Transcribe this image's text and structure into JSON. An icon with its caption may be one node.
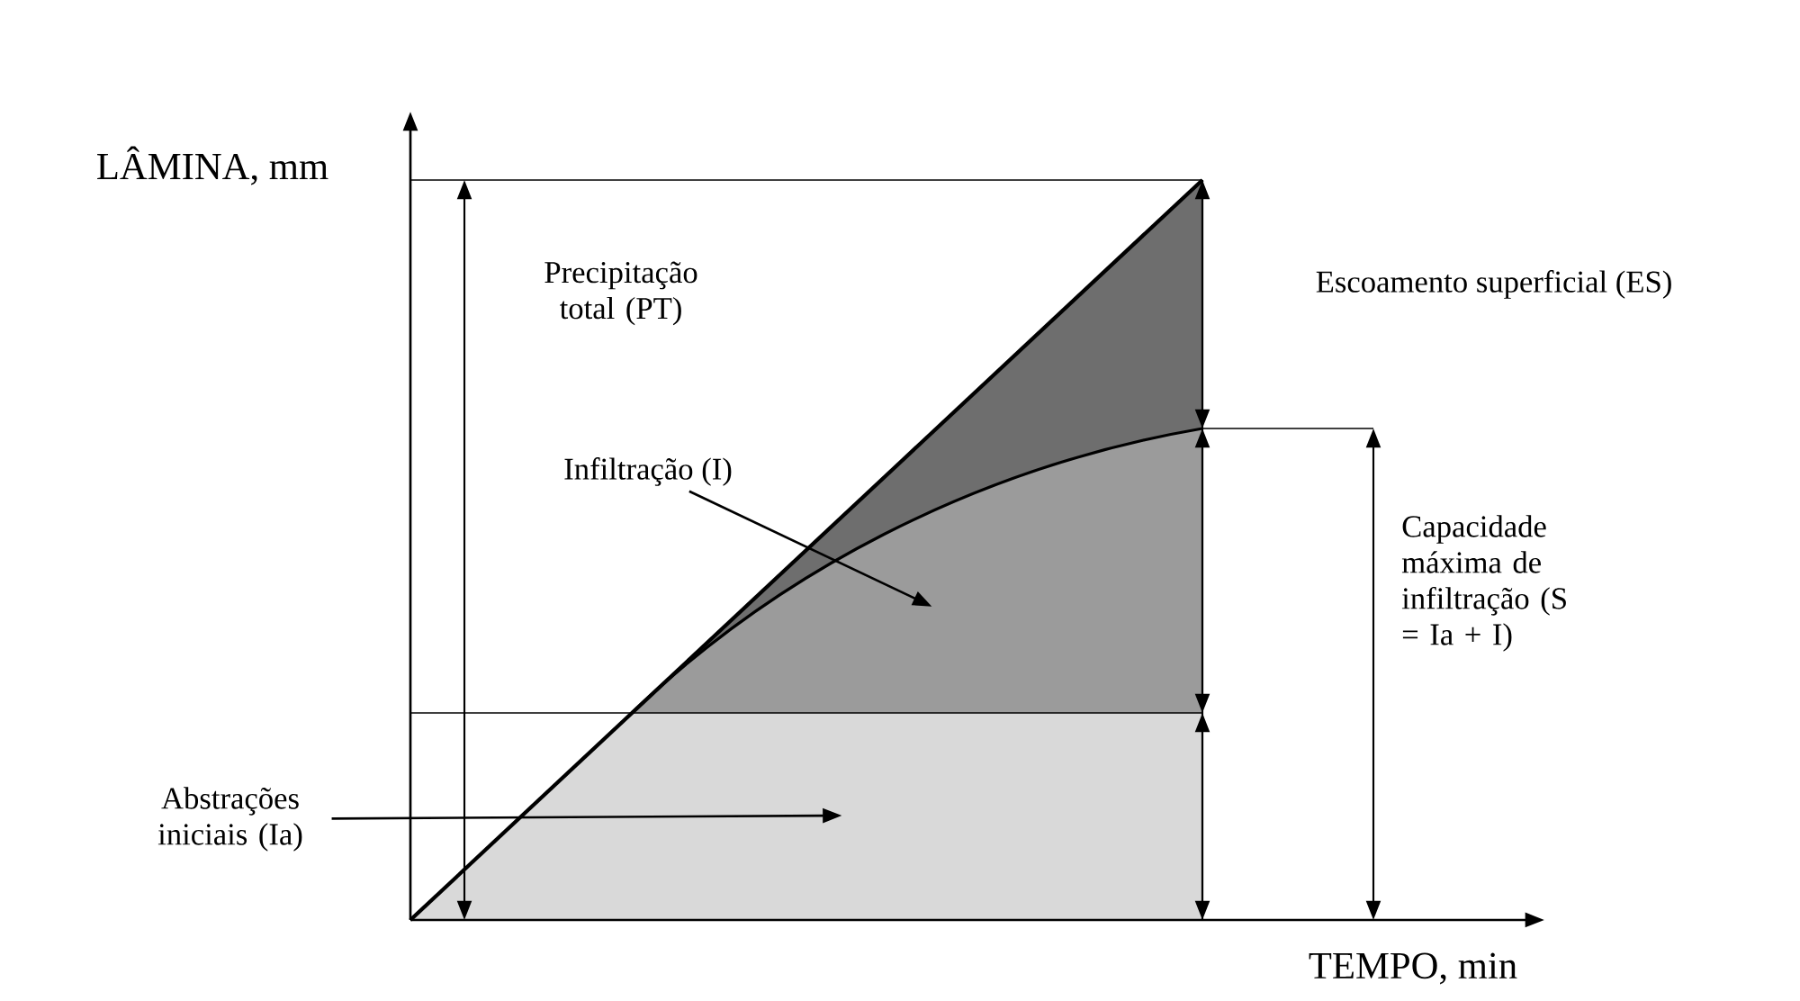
{
  "diagram": {
    "nodes": [
      {
        "text": [
          "Infiltração (I)"
        ]
      },
      {
        "text": [],
        "shape": "area"
      },
      {
        "text": [
          "Abstrações iniciais (Ia)"
        ]
      },
      {
        "text": [],
        "shape": "area"
      }
    ],
    "edges": [
      {
        "from": 0,
        "to": 1,
        "arrow": "to"
      },
      {
        "from": 2,
        "to": 3,
        "arrow": "to"
      }
    ],
    "labels": [
      "LÂMINA, mm",
      "Precipitação total (PT)",
      "Escoamento superficial (ES)",
      "Capacidade máxima de infiltração (S = Ia + I)",
      "TEMPO, min"
    ]
  }
}
